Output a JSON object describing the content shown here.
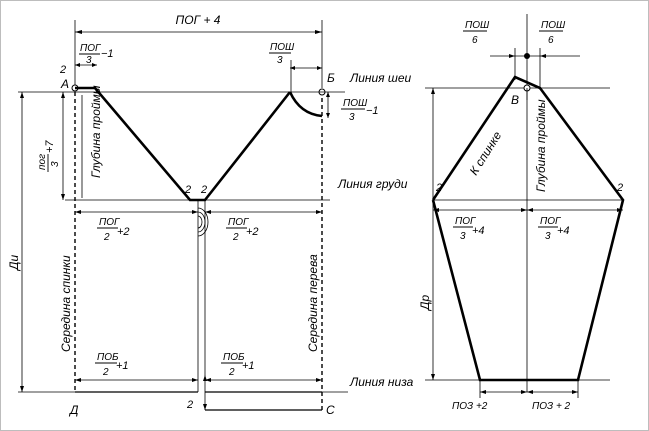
{
  "labels": {
    "pog_plus4": "ПОГ + 4",
    "pog_top": "ПОГ",
    "pog_top_den": "3",
    "pog_top_minus": "−1",
    "posh_right": "ПОШ",
    "posh_right_den": "3",
    "posh_side": "ПОШ",
    "posh_side_den": "3",
    "posh_side_minus": "−1",
    "point_a": "А",
    "point_b": "Б",
    "point_d": "Д",
    "point_c": "С",
    "point_v": "В",
    "num2": "2",
    "depth_armhole": "Глубина проймы",
    "pog_left": "пог",
    "pog_left_den": "3",
    "pog_left_plus": "+7",
    "di": "Ди",
    "line_neck": "Линия шеи",
    "line_chest": "Линия груди",
    "line_bottom": "Линия низа",
    "pog_mid_l": "ПОГ",
    "pog_mid_l_den": "2",
    "pog_mid_l_plus": "+2",
    "pog_mid_r": "ПОГ",
    "pog_mid_r_den": "2",
    "pog_mid_r_plus": "+2",
    "back_center": "Середина спинки",
    "front_center": "Середина перева",
    "pob_l": "ПОБ",
    "pob_l_den": "2",
    "pob_l_plus": "+1",
    "pob_r": "ПОБ",
    "pob_r_den": "2",
    "pob_r_plus": "+1",
    "posh6_l": "ПОШ",
    "posh6_l_den": "6",
    "posh6_r": "ПОШ",
    "posh6_r_den": "6",
    "to_back": "К спинке",
    "depth_armhole2": "Глубина проймы",
    "pog_s_l": "ПОГ",
    "pog_s_l_den": "3",
    "pog_s_l_plus": "+4",
    "pog_s_r": "ПОГ",
    "pog_s_r_den": "3",
    "pog_s_r_plus": "+4",
    "dr": "Др",
    "poz_l": "ПОЗ +2",
    "poz_r": "ПОЗ + 2"
  }
}
